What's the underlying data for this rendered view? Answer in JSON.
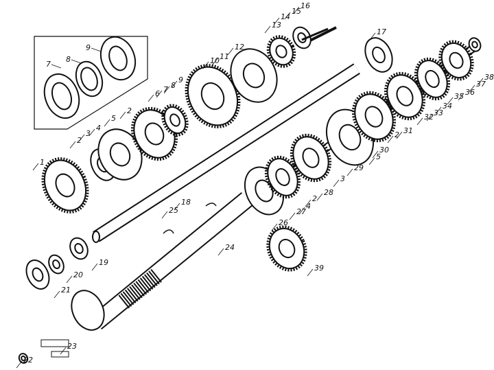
{
  "title": "Gearbox shafts exploded view",
  "labels": [
    "1",
    "2",
    "3",
    "4",
    "5",
    "2",
    "6",
    "7",
    "8",
    "9",
    "10",
    "11",
    "12",
    "13",
    "14",
    "15",
    "16",
    "17",
    "18",
    "19",
    "20",
    "21",
    "22",
    "23",
    "24",
    "25",
    "26",
    "27",
    "4",
    "2",
    "28",
    "3",
    "29",
    "5",
    "30",
    "2",
    "31",
    "32",
    "33",
    "34",
    "35",
    "36",
    "37",
    "38",
    "39"
  ],
  "inset_labels": [
    "7",
    "8",
    "9"
  ],
  "colors": {
    "ink": "#111111",
    "background": "#ffffff"
  }
}
